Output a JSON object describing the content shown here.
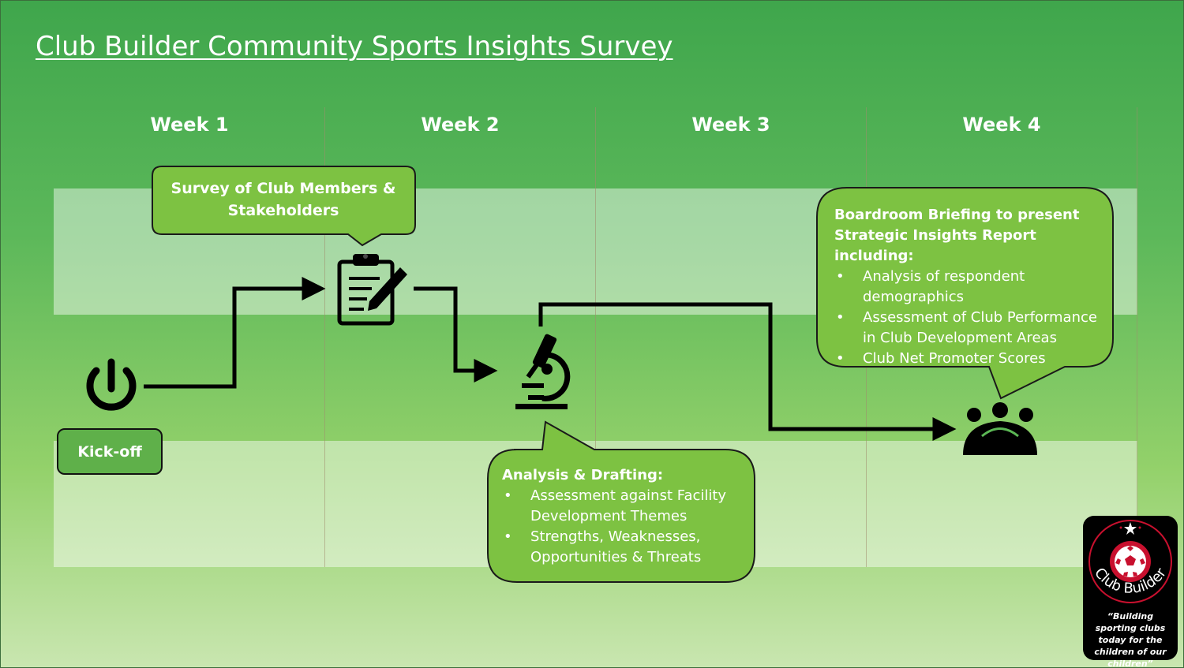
{
  "title": "Club Builder Community Sports Insights Survey",
  "weeks": [
    "Week 1",
    "Week 2",
    "Week 3",
    "Week 4"
  ],
  "kickoff": {
    "label": "Kick-off",
    "icon": "power-icon"
  },
  "survey": {
    "label": "Survey of Club Members & Stakeholders",
    "icon": "clipboard-pencil-icon"
  },
  "analysis": {
    "heading": "Analysis & Drafting:",
    "items": [
      "Assessment against Facility Development Themes",
      "Strengths, Weaknesses, Opportunities & Threats"
    ],
    "icon": "microscope-icon"
  },
  "briefing": {
    "heading": "Boardroom Briefing to present Strategic Insights Report including:",
    "items": [
      "Analysis of respondent demographics",
      "Assessment of Club Performance in Club Development Areas",
      "Club Net Promoter Scores"
    ],
    "icon": "meeting-group-icon"
  },
  "logo": {
    "name": "Club Builder",
    "tagline": "“Building sporting clubs today for the children of our children”",
    "icon": "soccer-ball-icon"
  },
  "colors": {
    "callout_fill": "#7dc242",
    "accent": "#5fb04a",
    "line": "#000000",
    "logo_ring": "#c8102e"
  }
}
